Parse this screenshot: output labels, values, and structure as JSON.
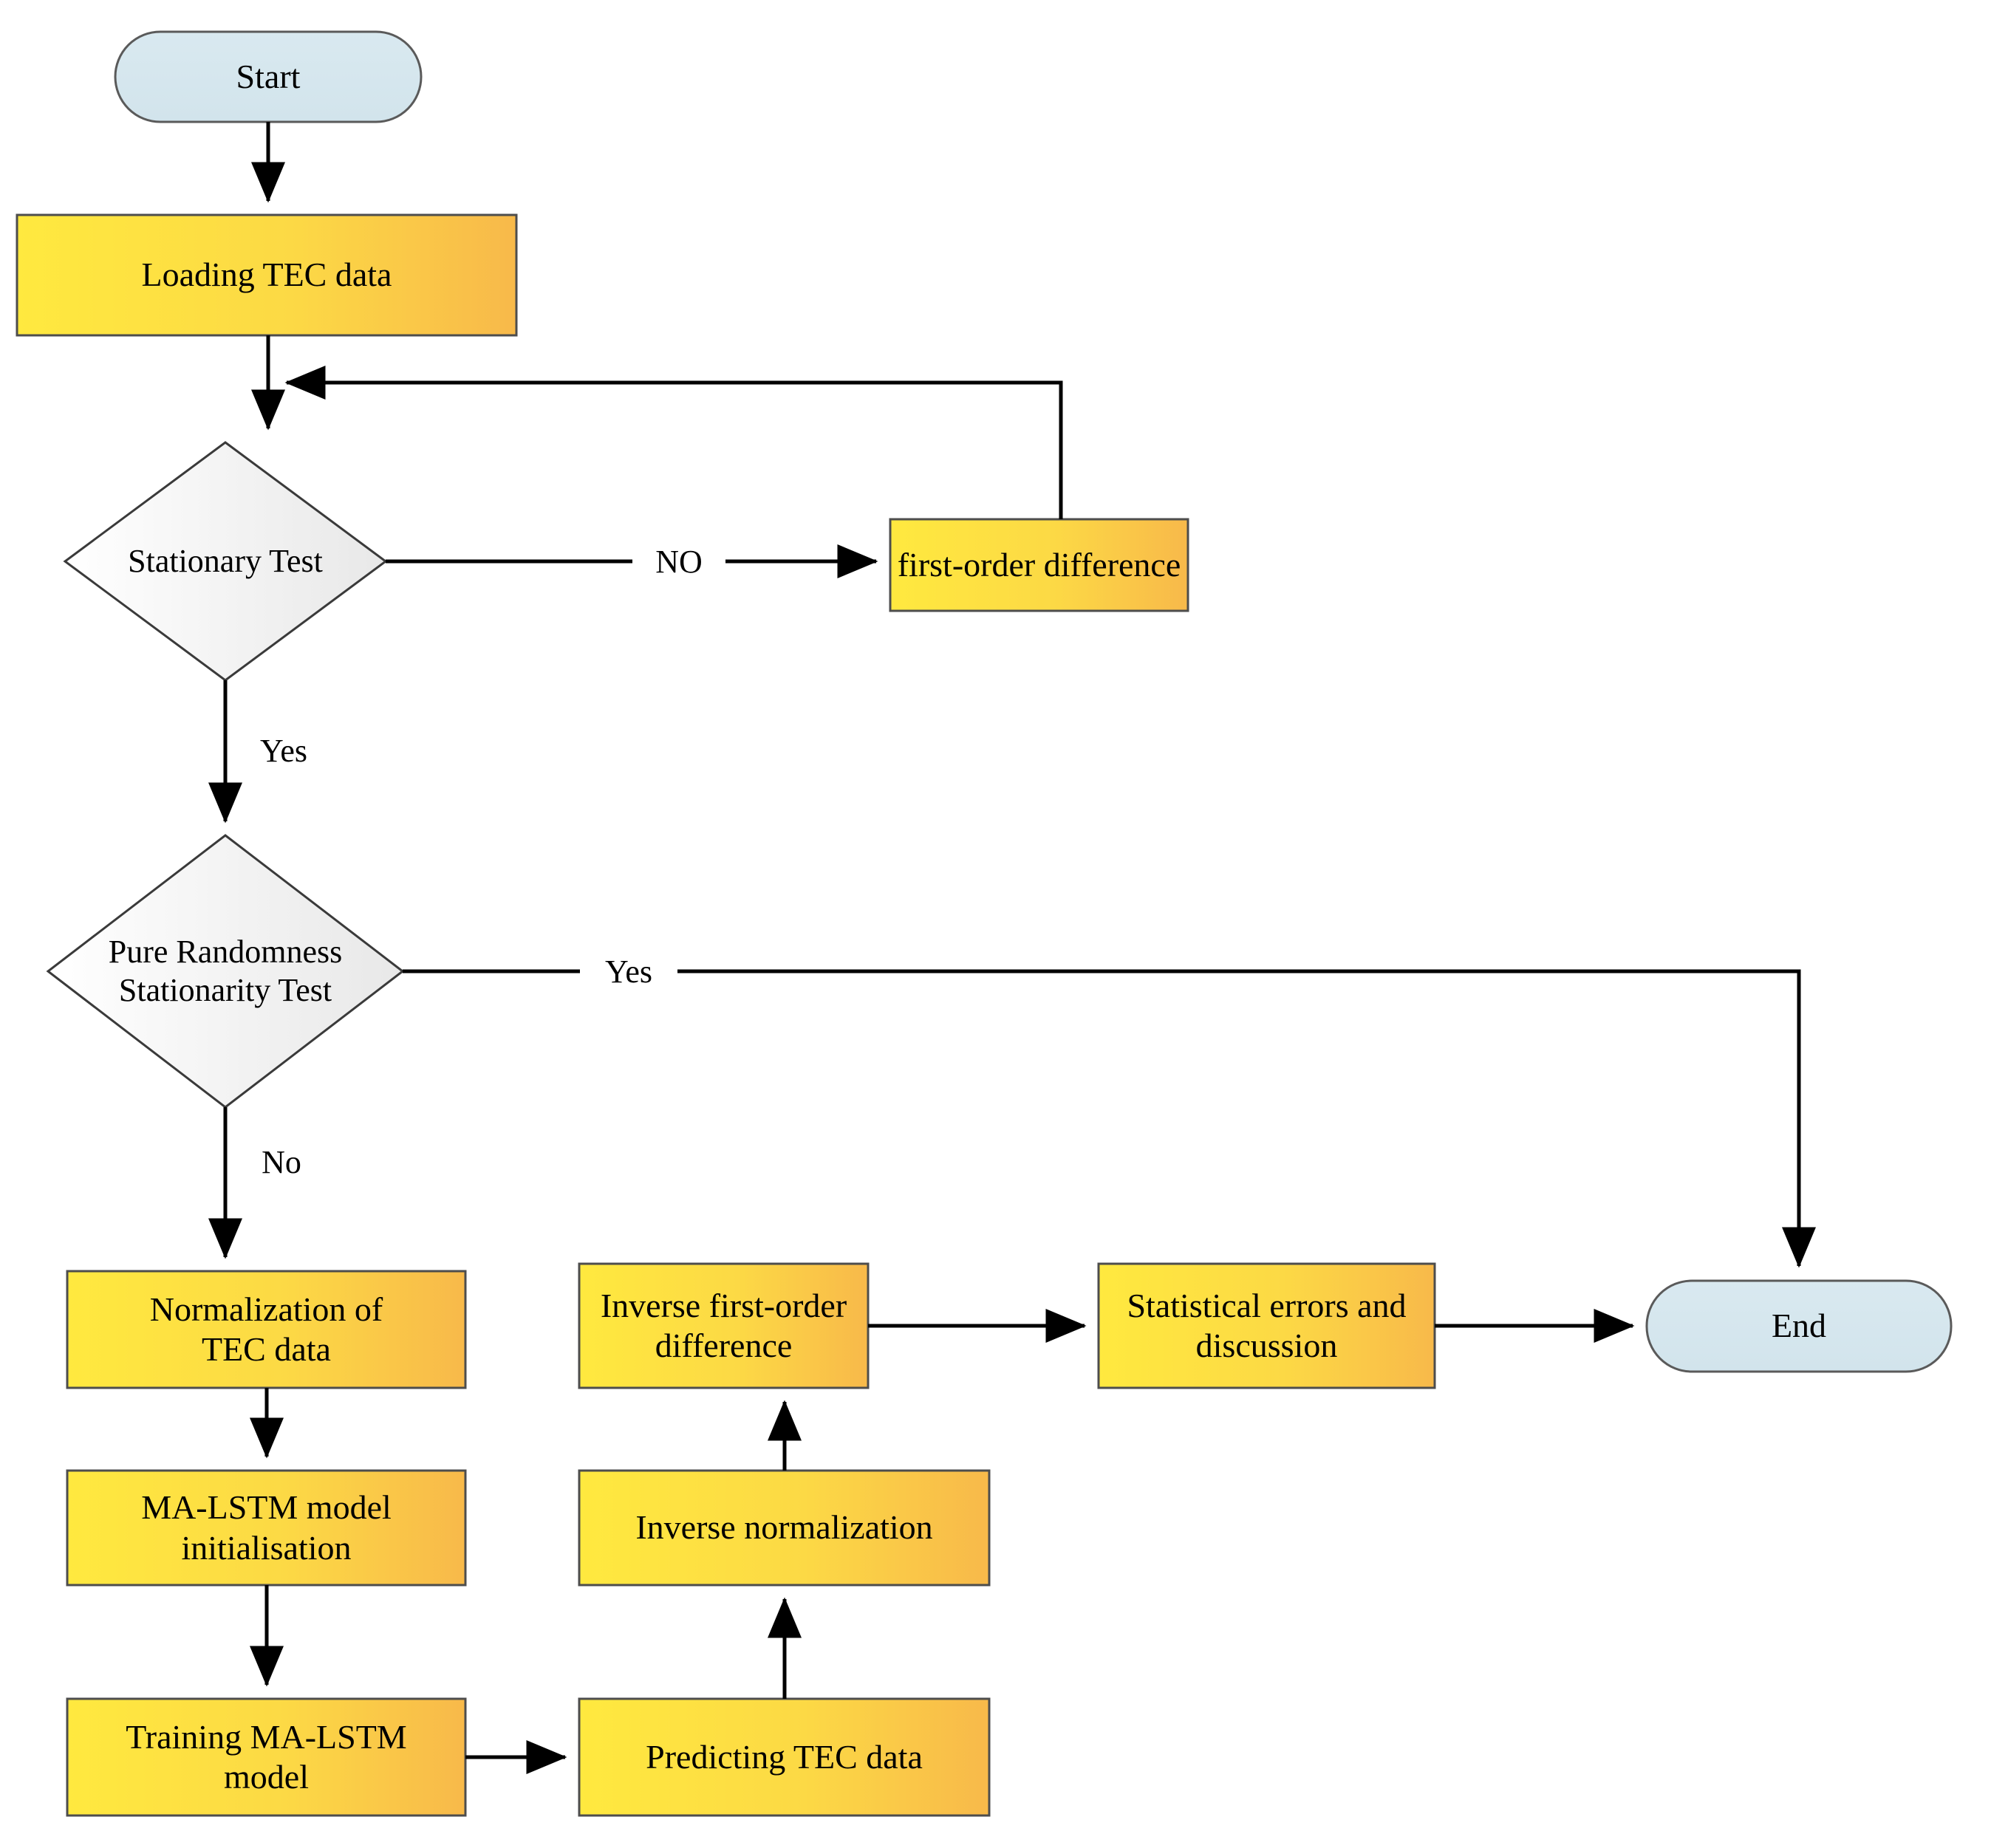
{
  "diagram": {
    "title": "MA-LSTM TEC prediction workflow flowchart",
    "type": "flowchart",
    "colors": {
      "terminator_fill": "#d6e7ee",
      "terminator_stroke": "#555555",
      "process_fill_left": "#ffe93f",
      "process_fill_right": "#f8b94a",
      "process_stroke": "#4d4d4d",
      "decision_fill_left": "#ffffff",
      "decision_fill_right": "#ebebeb",
      "decision_stroke": "#333333",
      "edge_stroke": "#000000",
      "text": "#000000",
      "background": "#ffffff"
    },
    "nodes": [
      {
        "id": "start",
        "shape": "terminator",
        "label": "Start"
      },
      {
        "id": "loading",
        "shape": "process",
        "label": "Loading TEC data"
      },
      {
        "id": "stationary",
        "shape": "decision",
        "label": "Stationary Test"
      },
      {
        "id": "firstdiff",
        "shape": "process",
        "label": "first-order difference"
      },
      {
        "id": "purerandom",
        "shape": "decision",
        "label": "Pure Randomness\nStationarity Test"
      },
      {
        "id": "normalize",
        "shape": "process",
        "label": "Normalization of\nTEC data"
      },
      {
        "id": "malstminit",
        "shape": "process",
        "label": "MA-LSTM model\ninitialisation"
      },
      {
        "id": "training",
        "shape": "process",
        "label": "Training MA-LSTM\nmodel"
      },
      {
        "id": "predicting",
        "shape": "process",
        "label": "Predicting TEC data"
      },
      {
        "id": "invnorm",
        "shape": "process",
        "label": "Inverse normalization"
      },
      {
        "id": "invdiff",
        "shape": "process",
        "label": "Inverse first-order\ndifference"
      },
      {
        "id": "stats",
        "shape": "process",
        "label": "Statistical errors and\ndiscussion"
      },
      {
        "id": "end",
        "shape": "terminator",
        "label": "End"
      }
    ],
    "edges": [
      {
        "from": "start",
        "to": "loading",
        "label": ""
      },
      {
        "from": "loading",
        "to": "stationary",
        "label": ""
      },
      {
        "from": "stationary",
        "to": "firstdiff",
        "label": "NO"
      },
      {
        "from": "firstdiff",
        "to": "loading",
        "label": ""
      },
      {
        "from": "stationary",
        "to": "purerandom",
        "label": "Yes"
      },
      {
        "from": "purerandom",
        "to": "end",
        "label": "Yes"
      },
      {
        "from": "purerandom",
        "to": "normalize",
        "label": "No"
      },
      {
        "from": "normalize",
        "to": "malstminit",
        "label": ""
      },
      {
        "from": "malstminit",
        "to": "training",
        "label": ""
      },
      {
        "from": "training",
        "to": "predicting",
        "label": ""
      },
      {
        "from": "predicting",
        "to": "invnorm",
        "label": ""
      },
      {
        "from": "invnorm",
        "to": "invdiff",
        "label": ""
      },
      {
        "from": "invdiff",
        "to": "stats",
        "label": ""
      },
      {
        "from": "stats",
        "to": "end",
        "label": ""
      }
    ],
    "edge_labels": {
      "stationary_no": "NO",
      "stationary_yes": "Yes",
      "purerandom_yes": "Yes",
      "purerandom_no": "No"
    }
  }
}
